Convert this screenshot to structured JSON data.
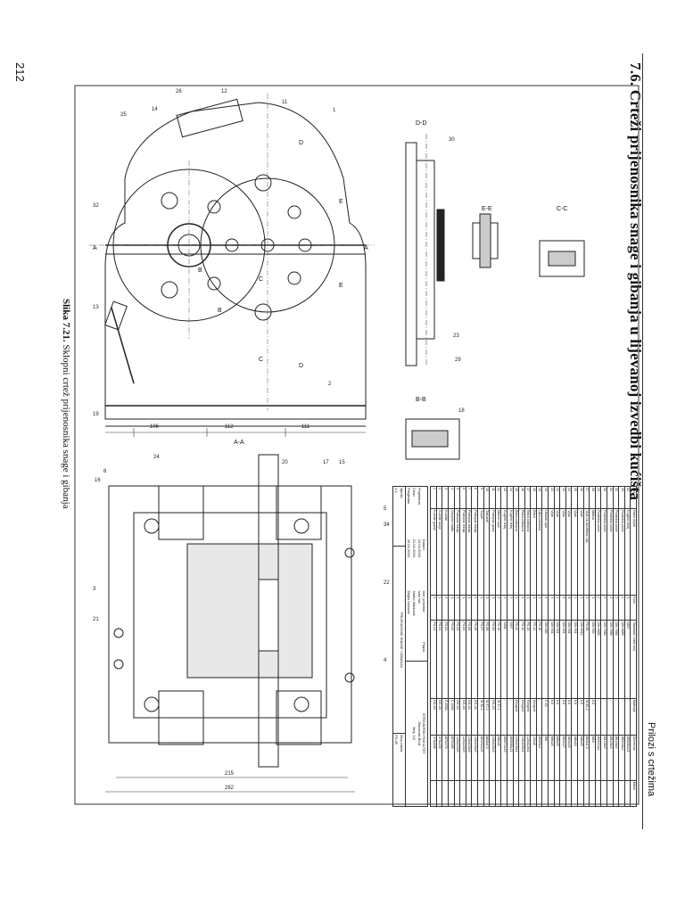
{
  "page": {
    "number": "212",
    "running_head": "Prilozi s crtežima",
    "section_title": "7.6. Crteži prijenosnika snage i gibanja u lijevanoj izvedbi kućišta",
    "caption_label": "Slika 7.21.",
    "caption_text": " Sklopni crtež prijenosnika snage i gibanja"
  },
  "drawing": {
    "section_labels": [
      "D-D",
      "E-E",
      "C-C",
      "B-B",
      "A-A"
    ],
    "view_marks": [
      "A",
      "A",
      "B",
      "B",
      "C",
      "C",
      "D",
      "D",
      "E",
      "E"
    ],
    "top_view_dims": [
      "106",
      "112",
      "111"
    ],
    "section_view_dims": [
      "215",
      "262"
    ],
    "part_numbers": [
      "1",
      "2",
      "3",
      "4",
      "5",
      "6",
      "11",
      "12",
      "13",
      "14",
      "15",
      "16",
      "17",
      "18",
      "19",
      "20",
      "21",
      "22",
      "23",
      "24",
      "25",
      "26",
      "29",
      "30",
      "32",
      "34"
    ]
  },
  "parts_list": {
    "columns": [
      "Poz.",
      "Naziv dijela",
      "Kom.",
      "Standard / crtež broj",
      "Materijal",
      "Dimenzije",
      "Masa"
    ],
    "rows": [
      [
        "34",
        "Kuglični ležaj",
        "1",
        "6307",
        "-",
        "Ø35/80x21"
      ],
      [
        "33",
        "Podloška ploče",
        "2",
        "DIN 6885",
        "-",
        "Ø60/48x2"
      ],
      [
        "32",
        "Podloška ploče",
        "2",
        "DIN 7980",
        "-",
        "Ø14/8x3"
      ],
      [
        "31",
        "Podloška ploče",
        "2",
        "DIN 7980",
        "-",
        "Ø14/8x3"
      ],
      [
        "30",
        "Podloška ploče",
        "2",
        "DIN 7980",
        "-",
        "Ø14/8x3"
      ],
      [
        "29",
        "Podloška ploče",
        "2",
        "DIN 6885",
        "-",
        "Ø26/13x2"
      ],
      [
        "28",
        "Matica",
        "4",
        "DIN 934",
        "8.8",
        "M10"
      ],
      [
        "27",
        "Vijak za ispuštanje ulja",
        "1",
        "PS.08",
        "St 50-2",
        "M16x1,5"
      ],
      [
        "26",
        "Vijak",
        "4",
        "DIN 6912",
        "8.8",
        "M8x25"
      ],
      [
        "25",
        "Vijak",
        "4",
        "DIN 931",
        "8.8",
        "M8x16"
      ],
      [
        "24",
        "Vijak",
        "8",
        "DIN 931",
        "8.8",
        "M10x45"
      ],
      [
        "23",
        "Vijak",
        "6",
        "DIN 931",
        "8.8",
        "M10x27"
      ],
      [
        "22",
        "Vijak",
        "4",
        "DIN 931",
        "8.8",
        "M8x25"
      ],
      [
        "21",
        "Vijak",
        "4",
        "DIN 931",
        "8.8",
        "M8x25"
      ],
      [
        "20",
        "Uškasti vijak",
        "1",
        "DIN 580",
        "C 15",
        "M8"
      ],
      [
        "19",
        "Uljna pokazna",
        "1",
        "PS.15",
        "-",
        "Ø35/5x4"
      ],
      [
        "18",
        "Brtva",
        "1",
        "PS.14",
        "Klingerit",
        "232x8"
      ],
      [
        "17",
        "Brtva poklopca",
        "1",
        "PS.13",
        "Klingerit",
        "120x120x1"
      ],
      [
        "16",
        "Brtva poklopca",
        "1",
        "PS.12",
        "Klingerit",
        "130x130x1"
      ],
      [
        "15",
        "Brtva poklopca",
        "1",
        "PS.11",
        "Klingerit",
        "130x130x1"
      ],
      [
        "14",
        "Kuglični ležaj",
        "2",
        "6307",
        "-",
        "Ø35/80x21"
      ],
      [
        "13",
        "Kuglični ležaj",
        "2",
        "6306",
        "-",
        "Ø30/72x19"
      ],
      [
        "12",
        "Manski vijak",
        "1",
        "PS.10",
        "St 37-2",
        "M8x46"
      ],
      [
        "11",
        "Poklopac gornji",
        "1",
        "PS.09",
        "GG-20",
        "130x130x9"
      ],
      [
        "10",
        "Zatvarač",
        "1",
        "PS.08",
        "St 37-2",
        "M16x1,5"
      ],
      [
        "9",
        "Tuljak",
        "1",
        "PS.07",
        "St 50-2",
        "Ø40/32x25"
      ],
      [
        "8",
        "Poklopac ležaja",
        "1",
        "PS.06",
        "GG-20",
        "130x130x9"
      ],
      [
        "7",
        "Poklopac ležaja",
        "1",
        "PS.05",
        "GG-20",
        "130x130x9"
      ],
      [
        "6",
        "Poklopac ležaja",
        "1",
        "PS.04",
        "GG-20",
        "120x120x9"
      ],
      [
        "5",
        "Poklopac ležaja",
        "1",
        "PS.03",
        "GG-20",
        "120x120x9"
      ],
      [
        "4",
        "Gonjeno vratilo",
        "1",
        "PS.02",
        "Č.1530",
        "Ø75/280"
      ],
      [
        "3",
        "Kućište",
        "1",
        "PS.01",
        "Č.1530",
        "Ø75/270"
      ],
      [
        "2",
        "Kućište donje",
        "1",
        "PS.01",
        "GG-20",
        "378x205"
      ],
      [
        "1",
        "Kućište gornje",
        "1",
        "PS.01",
        "GG-20",
        "378x186"
      ]
    ],
    "title_block": {
      "headers": [
        "Datum",
        "Ime i prezime",
        "Potpis"
      ],
      "rows": [
        [
          "Projektirao",
          "10.04.2016.",
          "Ivan Ivić"
        ],
        [
          "Crtao",
          "21.04.2016.",
          "Marko Marković"
        ],
        [
          "Pregledao",
          "25.04.2016.",
          "Željko Ivanović"
        ]
      ],
      "institution": "STROJARSKI FAKULTET",
      "institution_city": "Slavonski Brod",
      "drawing_title": "PRIJENOSNIK SNAGE I GIBANJA",
      "scale_label": "Mjerilo",
      "scale": "1:1",
      "drawing_no_label": "Broj crteža",
      "drawing_no": "PS.00",
      "sheet": "Broj. 1/2"
    }
  }
}
